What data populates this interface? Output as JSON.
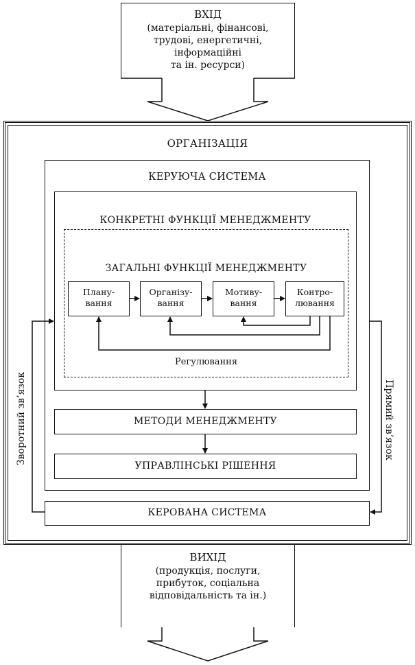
{
  "input": {
    "title": "ВХІД",
    "body": "(матеріальні, фінансові,\nтрудові,  енергетичні,\nінформаційні\nта ін. ресурси)"
  },
  "organization": {
    "title": "ОРГАНІЗАЦІЯ"
  },
  "control_system": {
    "title": "КЕРУЮЧА СИСТЕМА"
  },
  "specific_functions": {
    "title": "КОНКРЕТНІ ФУНКЦІЇ МЕНЕДЖМЕНТУ"
  },
  "general_functions": {
    "title": "ЗАГАЛЬНІ ФУНКЦІЇ МЕНЕДЖМЕНТУ",
    "items": [
      "Плану-\nвання",
      "Організу-\nвання",
      "Мотиву-\nвання",
      "Контро-\nлювання"
    ],
    "regulation_label": "Регулювання"
  },
  "methods": {
    "label": "МЕТОДИ МЕНЕДЖМЕНТУ"
  },
  "decisions": {
    "label": "УПРАВЛІНСЬКІ РІШЕННЯ"
  },
  "managed_system": {
    "label": "КЕРОВАНА СИСТЕМА"
  },
  "feedback": {
    "label": "Зворотний зв’язок"
  },
  "direct_link": {
    "label": "Прямий зв’язок"
  },
  "output": {
    "title": "ВИХІД",
    "body": "(продукція, послуги,\nприбуток, соціальна\nвідповідальність та ін.)"
  }
}
